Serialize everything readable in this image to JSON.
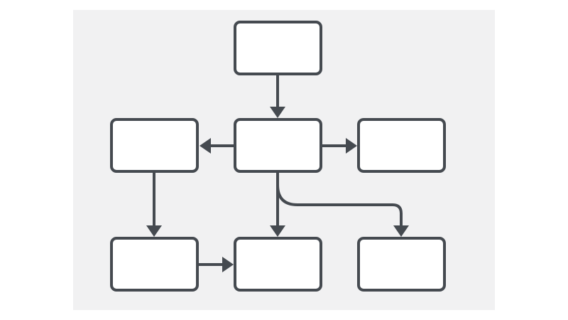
{
  "colors": {
    "background": "#ffffff",
    "panel": "#f1f1f2",
    "node_fill": "#ffffff",
    "stroke": "#454a50"
  },
  "diagram": {
    "type": "flowchart",
    "nodes": [
      {
        "id": "top-center",
        "label": ""
      },
      {
        "id": "middle-left",
        "label": ""
      },
      {
        "id": "middle-center",
        "label": ""
      },
      {
        "id": "middle-right",
        "label": ""
      },
      {
        "id": "bottom-left",
        "label": ""
      },
      {
        "id": "bottom-center",
        "label": ""
      },
      {
        "id": "bottom-right",
        "label": ""
      }
    ],
    "edges": [
      {
        "from": "top-center",
        "to": "middle-center"
      },
      {
        "from": "middle-center",
        "to": "middle-left"
      },
      {
        "from": "middle-center",
        "to": "middle-right"
      },
      {
        "from": "middle-left",
        "to": "bottom-left"
      },
      {
        "from": "middle-center",
        "to": "bottom-center"
      },
      {
        "from": "middle-center",
        "to": "bottom-right"
      },
      {
        "from": "bottom-left",
        "to": "bottom-center"
      }
    ]
  }
}
